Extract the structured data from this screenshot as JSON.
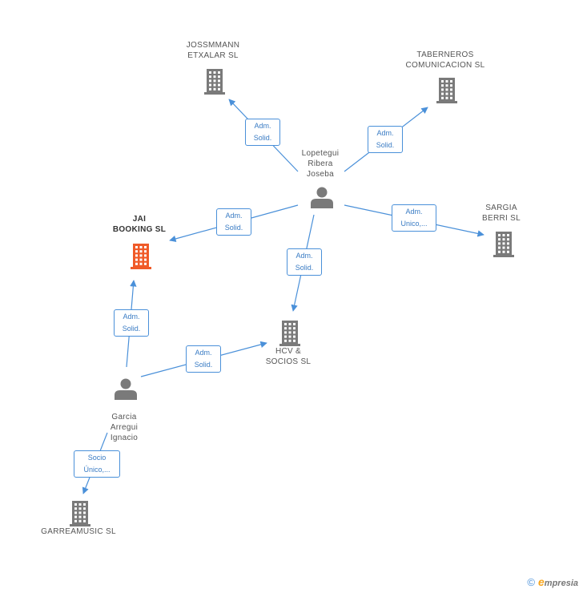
{
  "nodes": [
    {
      "id": "jossmmann",
      "type": "company",
      "label": "JOSSMMANN\nETXALAR SL",
      "highlight": false
    },
    {
      "id": "taberneros",
      "type": "company",
      "label": "TABERNEROS\nCOMUNICACION SL",
      "highlight": false
    },
    {
      "id": "lopetegui",
      "type": "person",
      "label": "Lopetegui\nRibera\nJoseba",
      "highlight": false
    },
    {
      "id": "jai",
      "type": "company",
      "label": "JAI\nBOOKING SL",
      "highlight": true
    },
    {
      "id": "sargia",
      "type": "company",
      "label": "SARGIA\nBERRI SL",
      "highlight": false
    },
    {
      "id": "hcv",
      "type": "company",
      "label": "HCV &\nSOCIOS SL",
      "highlight": false
    },
    {
      "id": "garcia",
      "type": "person",
      "label": "Garcia\nArregui\nIgnacio",
      "highlight": false
    },
    {
      "id": "garreamusic",
      "type": "company",
      "label": "GARREAMUSIC SL",
      "highlight": false
    }
  ],
  "edges": [
    {
      "from": "lopetegui",
      "to": "jossmmann",
      "label": "Adm.\nSolid."
    },
    {
      "from": "lopetegui",
      "to": "taberneros",
      "label": "Adm.\nSolid."
    },
    {
      "from": "lopetegui",
      "to": "jai",
      "label": "Adm.\nSolid."
    },
    {
      "from": "lopetegui",
      "to": "sargia",
      "label": "Adm.\nUnico,..."
    },
    {
      "from": "lopetegui",
      "to": "hcv",
      "label": "Adm.\nSolid."
    },
    {
      "from": "garcia",
      "to": "jai",
      "label": "Adm.\nSolid."
    },
    {
      "from": "garcia",
      "to": "hcv",
      "label": "Adm.\nSolid."
    },
    {
      "from": "garcia",
      "to": "garreamusic",
      "label": "Socio\nÚnico,..."
    }
  ],
  "colors": {
    "edge": "#4a90d9",
    "icon": "#7a7a7a",
    "highlight": "#f05a28"
  },
  "footer": {
    "copyright": "©",
    "brand_initial": "e",
    "brand_rest": "mpresia"
  }
}
